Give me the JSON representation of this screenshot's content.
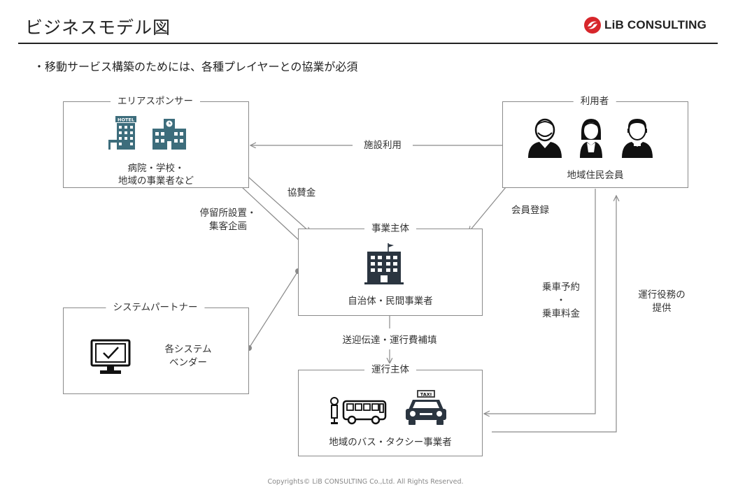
{
  "header": {
    "title": "ビジネスモデル図",
    "logo_text": "LiB CONSULTING"
  },
  "bullet": "・移動サービス構築のためには、各種プレイヤーとの協業が必須",
  "boxes": {
    "area_sponsor": {
      "title": "エリアスポンサー",
      "desc_line1": "病院・学校・",
      "desc_line2": "地域の事業者など",
      "hotel_sign": "HOTEL"
    },
    "users": {
      "title": "利用者",
      "desc": "地域住民会員"
    },
    "operator": {
      "title": "事業主体",
      "desc": "自治体・民間事業者"
    },
    "system_partner": {
      "title": "システムパートナー",
      "desc_line1": "各システム",
      "desc_line2": "ベンダー"
    },
    "transport": {
      "title": "運行主体",
      "desc": "地域のバス・タクシー事業者",
      "taxi_sign": "TAXI"
    }
  },
  "flows": {
    "facility_use": "施設利用",
    "sponsorship": "協賛金",
    "stop_setup_line1": "停留所設置・",
    "stop_setup_line2": "集客企画",
    "member_registration": "会員登録",
    "ride_line1": "乗車予約",
    "ride_line2": "・",
    "ride_line3": "乗車料金",
    "service_line1": "運行役務の",
    "service_line2": "提供",
    "pickup": "送迎伝達・運行費補填"
  },
  "footer": "Copyrights© LiB CONSULTING Co.,Ltd.  All Rights Reserved.",
  "colors": {
    "logo_red": "#d7262b",
    "icon_teal": "#3d6d7c",
    "icon_dark": "#2b3540",
    "line": "#8a8a8a"
  }
}
